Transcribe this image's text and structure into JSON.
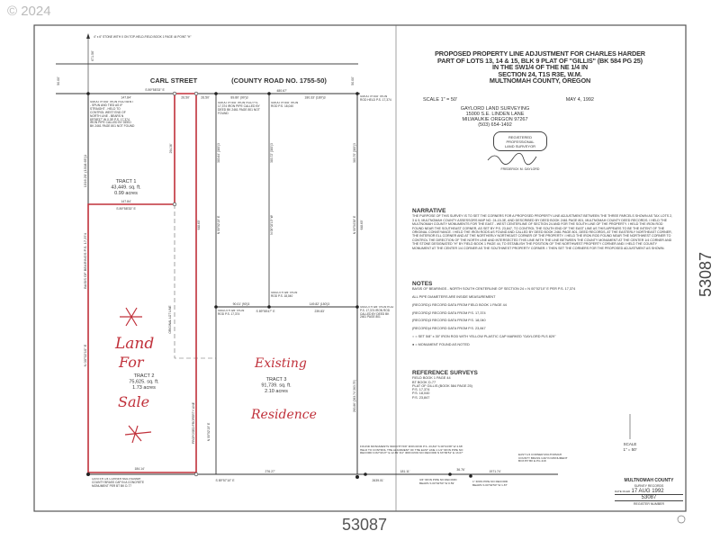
{
  "watermark": "© 2024",
  "side_number": "53087",
  "bottom_number": "53087",
  "colors": {
    "ink": "#333333",
    "red_line": "#c0303a",
    "handwriting": "#c0303a"
  },
  "title": {
    "lines": [
      "PROPOSED PROPERTY LINE ADJUSTMENT FOR CHARLES HARDER",
      "PART OF LOTS 13, 14 & 15, BLK 9 PLAT OF \"GILLIS\" (BK 584 PG 25)",
      "IN THE SW1/4 OF THE NE 1/4 IN",
      "SECTION 24, T1S R3E, W.M.",
      "MULTNOMAH COUNTY, OREGON"
    ],
    "scale": "SCALE 1\" = 50'",
    "date": "MAY 4, 1992"
  },
  "firm": {
    "lines": [
      "GAYLORD LAND SURVEYING",
      "15000 S.E. LINDEN LANE",
      "MILWAUKIE OREGON 97267",
      "(503) 654-1492"
    ]
  },
  "stamp": {
    "lines": [
      "REGISTERED",
      "PROFESSIONAL",
      "LAND SURVEYOR"
    ],
    "name": "FREDERICK M. GAYLORD"
  },
  "narrative": {
    "heading": "NARRATIVE",
    "text": "THE PURPOSE OF THIS SURVEY IS TO SET THE CORNERS FOR A PROPOSED PROPERTY LINE ADJUSTMENT BETWEEN THE THREE PARCELS SHOWN AS TAX LOTS 2, 3 & 5, MULTNOMAH COUNTY ASSESSORS MAP NO. 24-15-3E, AND DESCRIBED BY DEED BOOK 2461 PAGE 801, MULTNOMAH COUNTY DEED RECORDS. I HELD THE MULTNOMAH COUNTY MONUMENTS FOR THE EAST - WEST CENTERLINE OF SECTION 24 AND FOR THE SOUTH LINE OF THE PROPERTY. I HELD THE IRON ROD FOUND NEAR THE SOUTHEAST CORNER, AS SET BY P.S. 23,847, TO CONTROL THE SOUTH END OF THE EAST LINE AS THIS APPEARS TO BE THE INTENT OF THE ORIGINAL CONVEYANCE. I HELD THE IRON RODS AS FOUND AND CALLED BY DEED BOOK 2461 PAGE 801, DEED RECORDS, AT THE EASTERLY NORTHEAST CORNER, THE INTERIOR ELL CORNER AND AT THE NORTHERLY NORTHEAST CORNER OF THE PROPERTY. I HELD THE IRON ROD FOUND NEAR THE NORTHWEST CORNER TO CONTROL THE DIRECTION OF THE NORTH LINE AND INTERSECTED THIS LINE WITH THE LINE BETWEEN THE COUNTY MONUMENT AT THE CENTER 1/4 CORNER AND THE STONE DESIGNATED \"H\" BY FIELD BOOK 1 PAGE 44, TO ESTABLISH THE POSITION OF THE NORTHWEST PROPERTY CORNER AND I HELD THE COUNTY MONUMENT AT THE CENTER 1/4 CORNER AS THE SOUTHWEST PROPERTY CORNER. I THEN SET THE CORNERS FOR THE PROPOSED ADJUSTMENT AS SHOWN."
  },
  "notes": {
    "heading": "NOTES",
    "items": [
      "BASIS OF BEARINGS - NORTH SOUTH CENTERLINE OF SECTION 24 = N 00°02'10\" E PER P.S. 17,374",
      "ALL PIPE DIAMETERS ARE INSIDE MEASUREMENT",
      "(RECORD)1 RECORD DATA FROM FIELD BOOK 1 PAGE 44",
      "(RECORD)2 RECORD DATA FROM P.S. 17,374",
      "(RECORD)3 RECORD DATA FROM P.S. 18,040",
      "(RECORD)4 RECORD DATA FROM P.S. 23,847",
      "○ = SET 5/8\" x 30\" IRON ROD WITH YELLOW PLASTIC CAP MARKED \"GAYLORD PLS 829\"",
      "● = MONUMENT FOUND AS NOTED"
    ]
  },
  "reference_surveys": {
    "heading": "REFERENCE SURVEYS",
    "items": [
      "FIELD BOOK 1 PAGE 44",
      "BT BOOK D-77",
      "PLAT OF GILLIS (BOOK 584 PAGE 25)",
      "P.S. 17,374",
      "P.S. 18,040",
      "P.S. 23,847"
    ]
  },
  "scale_bar": {
    "label": "SCALE",
    "value": "1\" = 50'"
  },
  "county_block": {
    "county": "MULTNOMAH COUNTY",
    "sub": "SURVEY RECORDS",
    "date_label": "DATE FILED",
    "date": "17 AUG 1992",
    "register_number": "53087",
    "register_label": "REGISTER NUMBER"
  },
  "map": {
    "street": "CARL STREET",
    "county_road": "(COUNTY ROAD NO. 1755-50)",
    "stone_note": "4\" x 6\" STONE WITH X ON TOP-HELD-FIELD BOOK 1 PAGE 44 POINT \"H\"",
    "dim_stone": "671.56'",
    "road_width_left": "50.00'",
    "road_width_right": "50.00'",
    "north_bearing": "S 89°58'33\" E",
    "north_dims": [
      "147.84'",
      "26.50'",
      "26.50'",
      "89.80' (90')3",
      "180.33' (180')3",
      "480.67'"
    ],
    "nw_corner_note": "SMOOTH 5/8\" IRON ROD BENT - SPUN AND TIED AS IF STRAIGHT - HELD TO CONTROL WEST END OF NORTH LINE - BEARS N 89°58'37\" W 0.39' P.S. 17,374 IRON PIPE CALLED BY DEED BK 2461 PAGE 801 NOT FOUND",
    "n1_note": "SMOOTH 5/8\" IRON ROD P.S. 17,374 IRON PIPE CALLED BY DEED BK 2461 PAGE 801 NOT FOUND",
    "n2_note": "SMOOTH 5/8\" IRON ROD P.S. 18,040",
    "ne_note": "SMOOTH 5/8\" IRON ROD HELD P.S. 17,374",
    "west_dim": "1316.20' (1318.65')1",
    "basis": "BASIS OF BEARINGS P.S. 17,374",
    "west_bearing": "N 00°02'10\" E",
    "tract1": {
      "name": "TRACT 1",
      "area": "43,449. sq. ft.",
      "acres": "0.99 acres"
    },
    "tract2": {
      "name": "TRACT 2",
      "area": "75,625. sq. ft.",
      "acres": "1.73 acres"
    },
    "tract3": {
      "name": "TRACT 3",
      "area": "91,739. sq. ft.",
      "acres": "2.10 acres"
    },
    "tract1_south": "147.84'",
    "tract1_south_bearing": "S 89°58'33\" E",
    "dim_294": "294.36'",
    "dim_648": "648.60'",
    "original_lot_line": "ORIGINAL LOT LINE",
    "proposed_line": "PROPOSED PROPERTY LINE",
    "ell_dims": [
      "90.01' (90')3",
      "149.82' (150')3",
      "239.83'"
    ],
    "ell_bearing": "S 89°55'47\" E",
    "ell_note_left": "SMOOTH 5/8\" IRON ROD P.S. 17,374",
    "ell_note_mid": "SMOOTH 5/8\" IRON ROD P.S. 18,040",
    "ell_note_right": "SMOOTH 5/8\" IRON ROD P.S. 17,374 IRON ROD CALLED BY DEED BK 2461 PAGE 801",
    "vert_bearings": [
      "N 00°02'10\" E",
      "N 00°02'10\" W",
      "N 00°04'38\" E"
    ],
    "vert_dims": [
      "383.64' (383')3",
      "383.72' (383')3",
      "383.70' (383')3",
      "648.60'"
    ],
    "east_south_dim": "263.86' (263.74' 263.75')",
    "south_dims": [
      "184.14'",
      "276.27'",
      "2639.01'",
      "181.11'",
      "36.76'",
      "1971.74'"
    ],
    "south_bearing": "S 89°57'10\" E",
    "center_note": "CENTER 1/4 CORNER MULTNOMAH COUNTY BRASS CAP IN A CONCRETE MONUMENT PER BT BK D-77",
    "found_note": "FOUND MONUMENTS SMOOTH 5/8\" IRON ROD P.S. 23,847 S 00°04'38\" W 4.68' HELD TO CONTROL THE ALIGNMENT OF THE EAST LINE 1 1/2\" IRON PIPE NO RECORD N 82°34'27\" E 12.89' 3/4\" IRON ROD NO RECORD N 63°09'51\" E 13.07'",
    "pipe1_note": "3/4\" IRON PIPE NO RECORD BEARS S 00°02'50\" W 0.59'",
    "pipe2_note": "1\" IRON PIPE NO RECORD BEARS S 00°02'50\" W 1.87'",
    "east_corner_note": "EAST 1/4 CORNER MULTNOMAH COUNTY BRASS CAP IN MONUMENT BOX BT BK E PG 418"
  },
  "handwriting": {
    "land": "Land",
    "for": "For",
    "sale": "Sale",
    "existing": "Existing",
    "residence": "Residence"
  }
}
